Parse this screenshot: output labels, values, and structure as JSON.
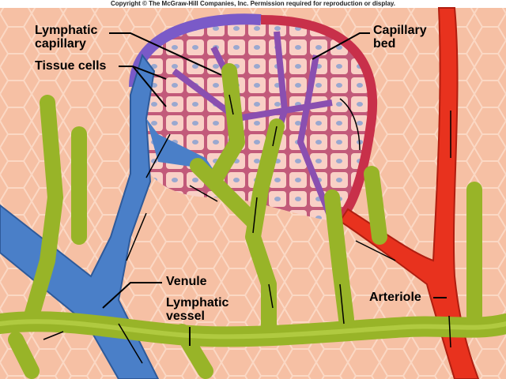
{
  "copyright": "Copyright © The McGraw-Hill Companies, Inc. Permission required for reproduction or display.",
  "labels": {
    "lymphatic_capillary": [
      "Lymphatic",
      "capillary"
    ],
    "tissue_cells": "Tissue cells",
    "capillary_bed": [
      "Capillary",
      "bed"
    ],
    "venule": "Venule",
    "lymphatic_vessel": [
      "Lymphatic",
      "vessel"
    ],
    "arteriole": "Arteriole"
  },
  "colors": {
    "tissue": "#f6c3a8",
    "venule": "#4a7fc8",
    "arteriole": "#e8321e",
    "capillary": "#8a4fb0",
    "lymphatic": "#98b428",
    "cells": "#f8c8c0"
  }
}
